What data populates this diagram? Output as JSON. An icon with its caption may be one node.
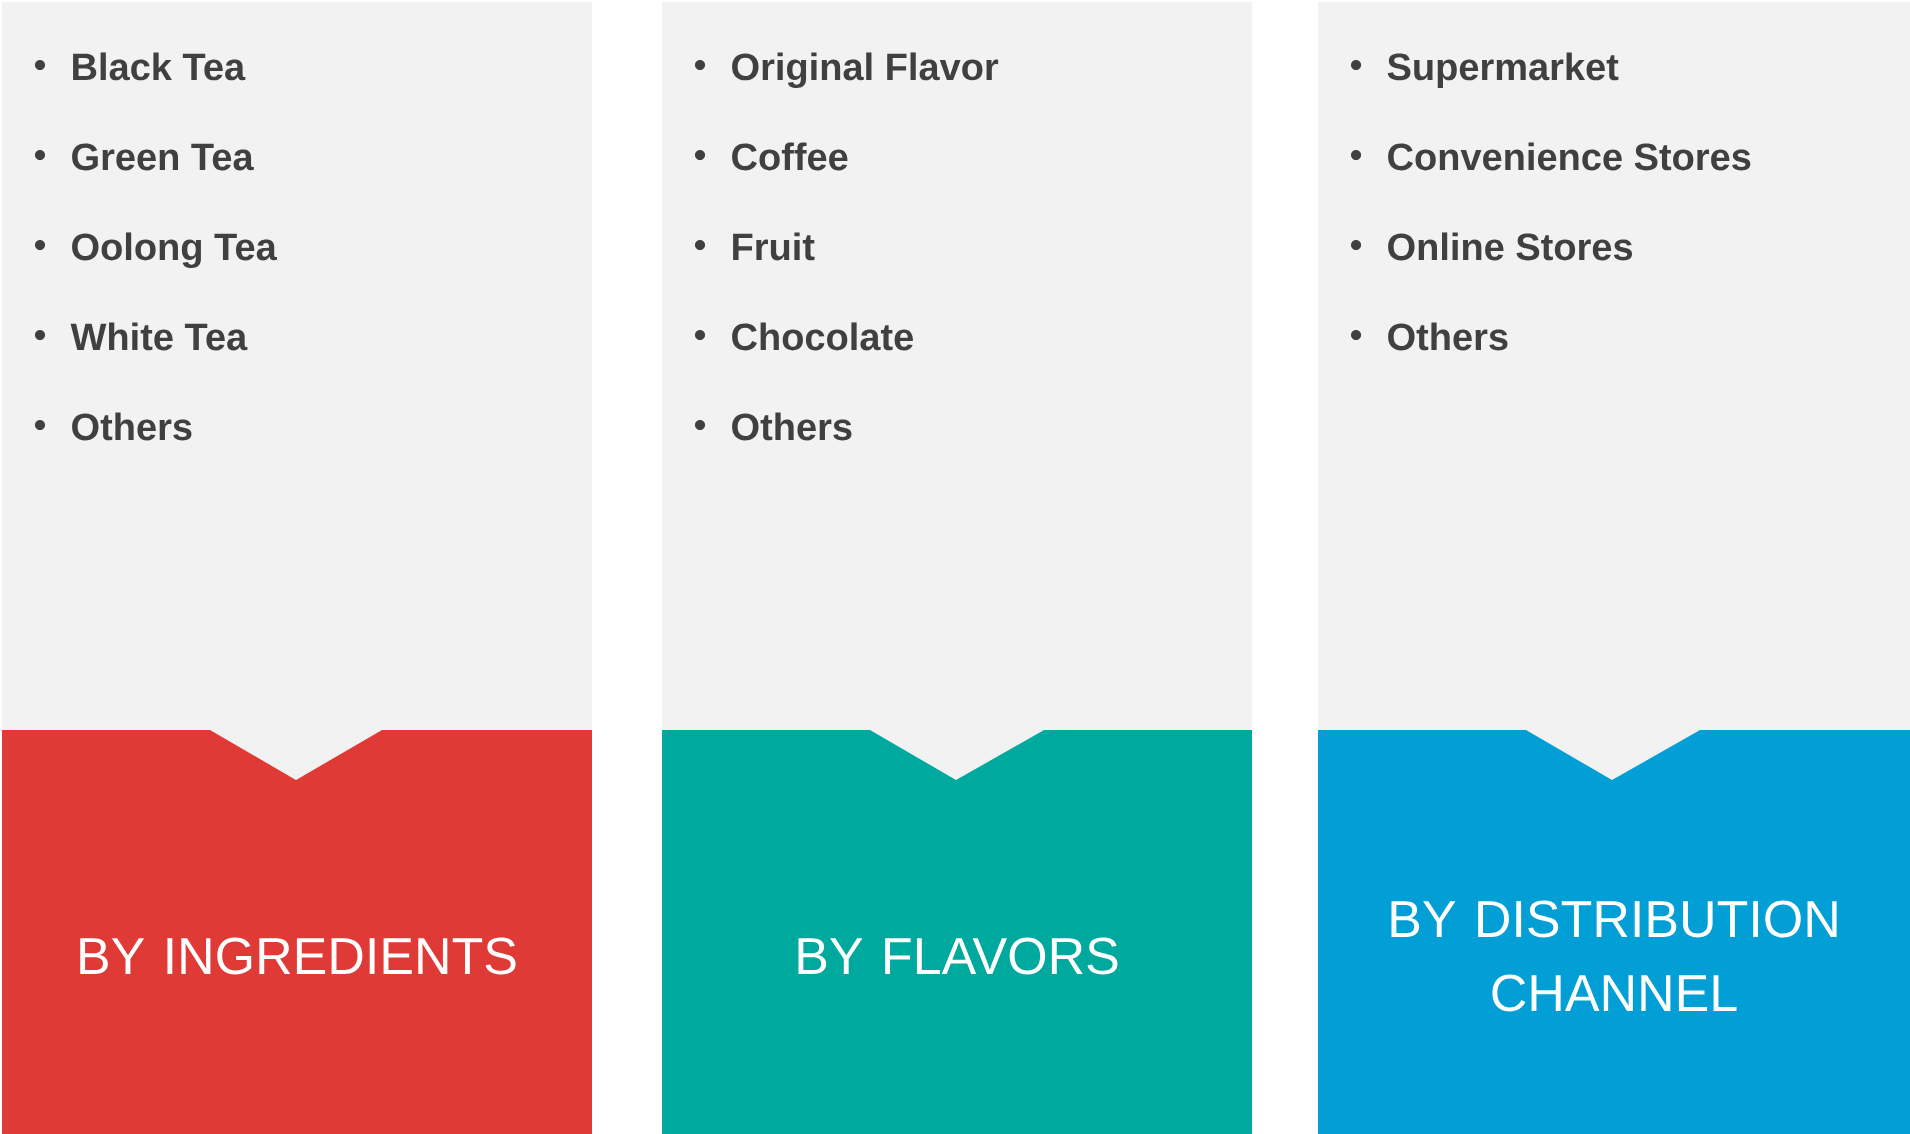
{
  "diagram": {
    "nodes": [
      {
        "text": [
          "Black Tea",
          "Green Tea",
          "Oolong Tea",
          "White Tea",
          "Others"
        ]
      },
      {
        "text": [
          "BY INGREDIENTS"
        ]
      },
      {
        "text": [
          "Original Flavor",
          "Coffee",
          "Fruit",
          "Chocolate",
          "Others"
        ]
      },
      {
        "text": [
          "BY FLAVORS"
        ]
      },
      {
        "text": [
          "Supermarket",
          "Convenience Stores",
          "Online Stores",
          "Others"
        ]
      },
      {
        "text": [
          "BY DISTRIBUTION CHANNEL"
        ]
      }
    ]
  }
}
